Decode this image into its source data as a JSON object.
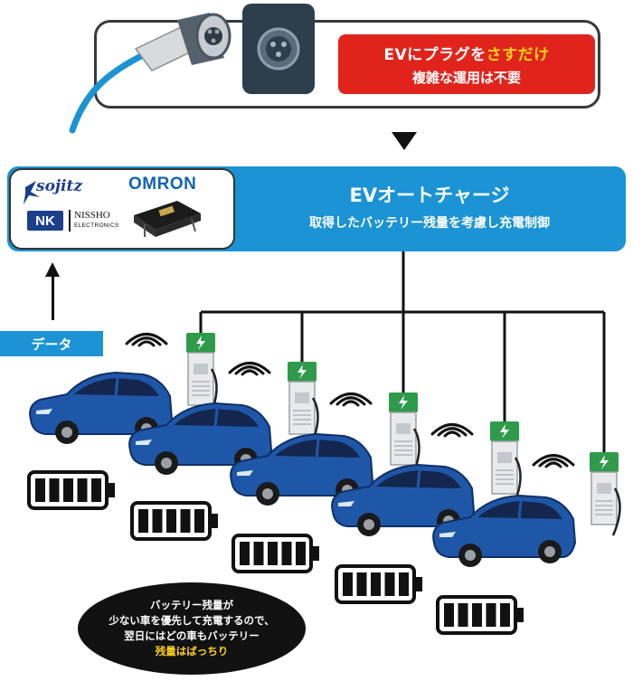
{
  "plug_panel": {
    "line1_pre": "EVにプラグを",
    "line1_highlight": "さすだけ",
    "line2": "複雑な運用は不要"
  },
  "system": {
    "title": "EVオートチャージ",
    "subtitle": "取得したバッテリー残量を考慮し充電制御"
  },
  "partners": {
    "sojitz": "sojitz",
    "omron": "OMRON",
    "nk": "NK",
    "nissho": "NISSHO",
    "nissho_sub": "ELECTRONICS"
  },
  "data_label": "データ",
  "note": {
    "line1": "バッテリー残量が",
    "line2": "少ない車を優先して充電するので、",
    "line3": "翌日にはどの車もバッテリー",
    "line4": "残量はばっちり"
  },
  "colors": {
    "accent_blue": "#1b93d4",
    "callout_red": "#e0241c",
    "highlight_yellow": "#ffd21a",
    "charger_green": "#2f9a4a",
    "car_blue": "#1f57a8"
  },
  "fleet": {
    "vehicles": [
      {
        "battery_bars": 5
      },
      {
        "battery_bars": 5
      },
      {
        "battery_bars": 5
      },
      {
        "battery_bars": 5
      },
      {
        "battery_bars": 5
      }
    ]
  }
}
